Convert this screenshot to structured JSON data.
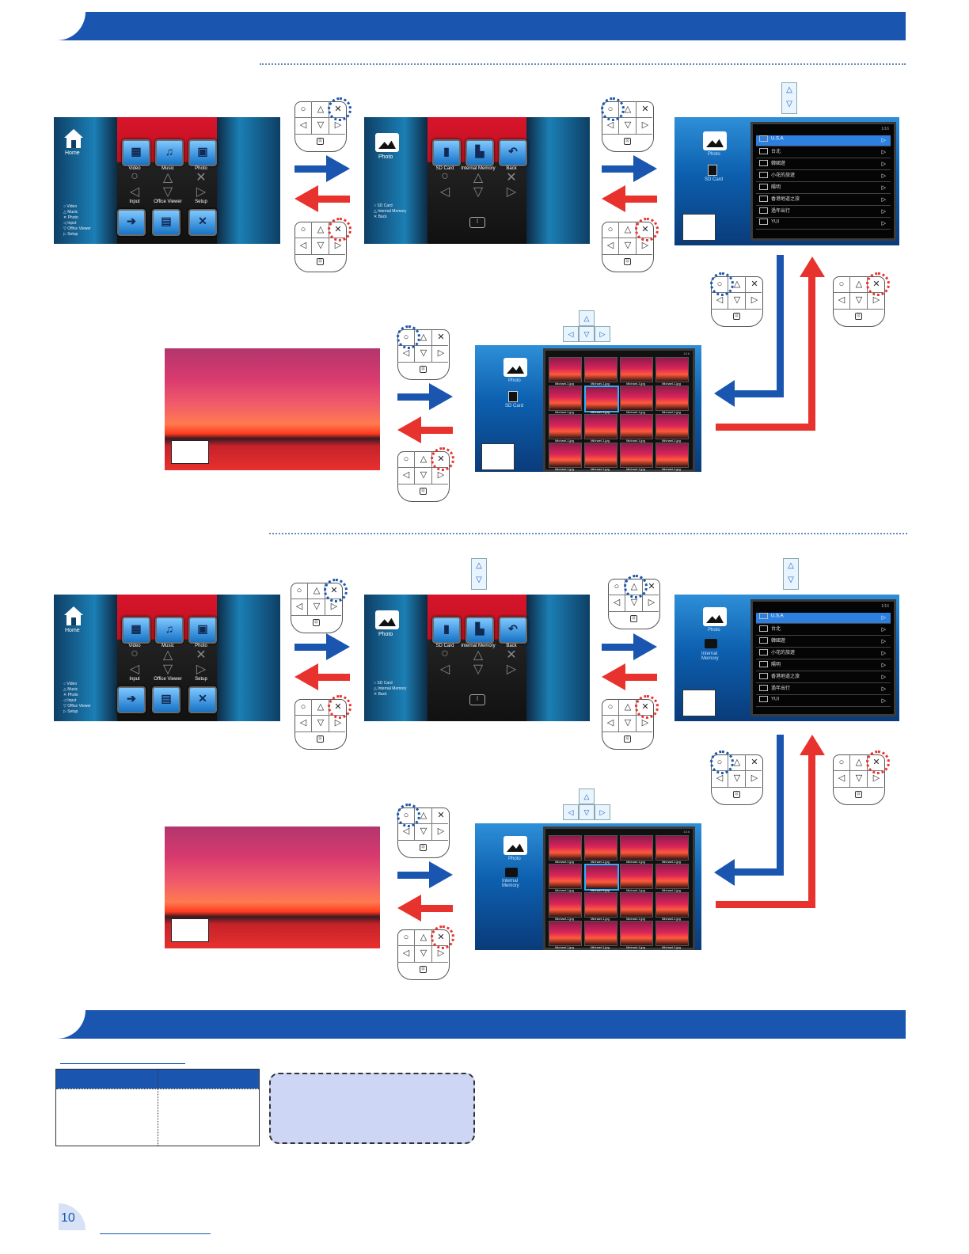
{
  "page_number": "10",
  "home_screen": {
    "home_label": "Home",
    "tiles": [
      "Video",
      "Music",
      "Photo",
      "Input",
      "Office Viewer",
      "Setup"
    ],
    "legend": [
      "Video",
      "Music",
      "Photo",
      "Input",
      "Office Viewer",
      "Setup"
    ]
  },
  "source_screen": {
    "title": "Photo",
    "tiles": [
      "SD Card",
      "Internal Memory",
      "Back"
    ],
    "legend": [
      "SD Card",
      "Internal Memory",
      "Back"
    ]
  },
  "folder_screen": {
    "title": "Photo",
    "source_sd": "SD Card",
    "source_internal": "Internal Memory",
    "page_counter": "1/16",
    "folders": [
      "U.S.A",
      "台北",
      "韓國遊",
      "小花的旅遊",
      "陽明",
      "香港地道之旅",
      "過年出行",
      "YUI"
    ]
  },
  "thumbnail_screen": {
    "title": "Photo",
    "source_sd": "SD Card",
    "source_internal": "Internal Memory",
    "page_counter": "1/16",
    "caption": "Michael-1.jpg"
  },
  "remote": {
    "circle": "○",
    "triangle": "△",
    "cross": "✕",
    "left": "◁",
    "down": "▽",
    "right": "▷",
    "ok": "⊡",
    "ring_blue": "#1a56b0",
    "ring_red": "#e8322e"
  },
  "colors": {
    "accent_blue": "#1a56b0",
    "accent_red": "#e8322e"
  }
}
